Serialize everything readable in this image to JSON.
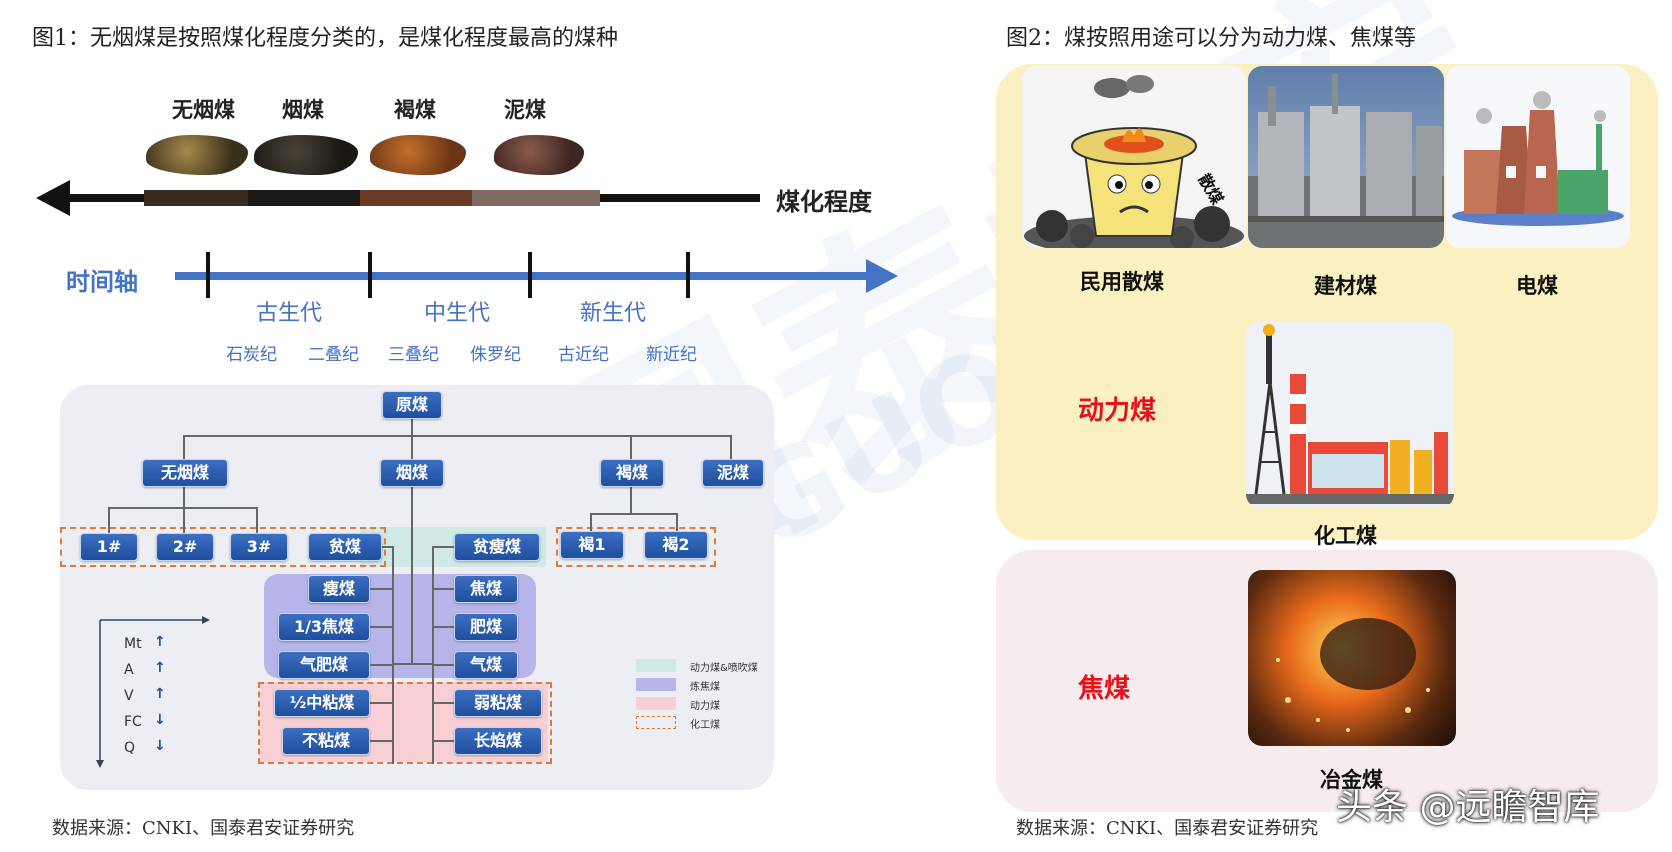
{
  "fig1": {
    "title": "图1：无烟煤是按照煤化程度分类的，是煤化程度最高的煤种",
    "coal_types": [
      "无烟煤",
      "烟煤",
      "褐煤",
      "泥煤"
    ],
    "degree_label": "煤化程度",
    "timeline_label": "时间轴",
    "eras": [
      "古生代",
      "中生代",
      "新生代"
    ],
    "periods": [
      "石炭纪",
      "二叠纪",
      "三叠纪",
      "侏罗纪",
      "古近纪",
      "新近纪"
    ],
    "tree": {
      "root": "原煤",
      "level1": [
        "无烟煤",
        "烟煤",
        "褐煤",
        "泥煤"
      ],
      "anthracite": [
        "1#",
        "2#",
        "3#"
      ],
      "lean": "贫煤",
      "lean_meager": "贫瘦煤",
      "lignite": [
        "褐1",
        "褐2"
      ],
      "left_col": [
        "瘦煤",
        "1/3焦煤",
        "气肥煤",
        "½中粘煤",
        "不粘煤"
      ],
      "right_col": [
        "焦煤",
        "肥煤",
        "气煤",
        "弱粘煤",
        "长焰煤"
      ]
    },
    "legend": [
      "动力煤&喷吹煤",
      "炼焦煤",
      "动力煤",
      "化工煤"
    ],
    "axis_params": [
      "Mt",
      "A",
      "V",
      "FC",
      "Q"
    ],
    "axis_arrows": [
      "↑",
      "↑",
      "↑",
      "↓",
      "↓"
    ],
    "source": "数据来源：CNKI、国泰君安证券研究"
  },
  "fig2": {
    "title": "图2：煤按照用途可以分为动力煤、焦煤等",
    "captions": [
      "民用散煤",
      "建材煤",
      "电煤",
      "化工煤",
      "冶金煤"
    ],
    "cartoon_text": "散煤",
    "categories": [
      "动力煤",
      "焦煤"
    ],
    "source": "数据来源：CNKI、国泰君安证券研究"
  },
  "watermark": "国泰君安",
  "watermark2": "GUOTAI",
  "toutiao": "头条 @远瞻智库",
  "colors": {
    "timeline_blue": "#4472c4",
    "node_blue": "#1f4f9e",
    "power_spray": "#cfe9e6",
    "coking": "#b7b4ea",
    "power": "#f8cfd4",
    "chemical_dash": "#e07b39",
    "category_red": "#e8101a",
    "yellow_panel": "#fbf0c2",
    "pink_panel": "#f6ecee"
  }
}
